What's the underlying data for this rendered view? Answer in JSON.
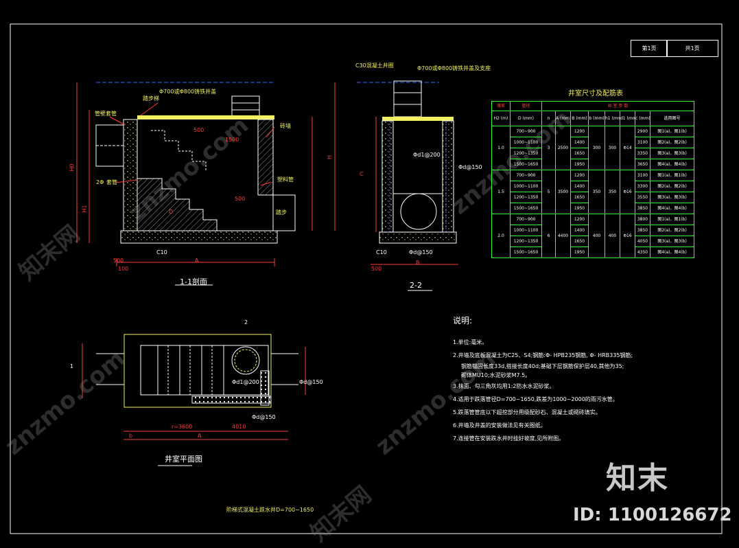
{
  "sheet": {
    "page_label": "第1页",
    "total_label": "共1页"
  },
  "section_1_1": {
    "title": "1-1剖面",
    "labels": {
      "cover_note": "Φ700或Φ800铸铁井盖",
      "ladder": "踏步梯",
      "riser": "管壁套管",
      "pipe_dia": "2Φ",
      "pipe_note": "套管",
      "hdpe": "塑料管",
      "fill": "砖墙",
      "step_dim": "500",
      "dim_1500": "1500",
      "dim_500b": "500",
      "foot": "C10",
      "d_mark": "D",
      "vert_1": "H0",
      "vert_2": "H1",
      "vert_3": "H",
      "dim_a": "A",
      "dim_b": "500",
      "dim_c": "100",
      "step_label": "踏步"
    }
  },
  "section_2_2": {
    "title": "2-2",
    "labels": {
      "top_note": "C30混凝土井圈",
      "cover_note": "Φ700或Φ800铸铁井盖及支座",
      "rebar_a": "Φd1@200",
      "rebar_b": "Φd@150",
      "rebar_c": "Φd@150",
      "foot": "C10",
      "dim_c": "C",
      "dim_b": "B",
      "dim_left": "500"
    }
  },
  "plan": {
    "title": "井室平面图",
    "labels": {
      "mark_1": "1",
      "mark_2": "2",
      "rebar_a": "Φd1@200",
      "rebar_b": "Φd@150",
      "rebar_c": "Φd@150",
      "dim_left": "r=3600",
      "dim_right": "4010",
      "dim_a": "A",
      "dim_b": "b"
    }
  },
  "table": {
    "title": "井室尺寸及配筋表",
    "headers": [
      "落差",
      "管径",
      "n",
      "A",
      "B",
      "b",
      "h1",
      "d1",
      "c",
      "选用图号"
    ],
    "group_header": "井 室 参 数",
    "units": [
      "H2 (m)",
      "D (mm)",
      "",
      "(mm)",
      "(mm)",
      "(mm)",
      "(mm)",
      "(mm)",
      "(mm)",
      ""
    ],
    "groups": [
      {
        "drop": "1.0",
        "n": "3",
        "A": "2500",
        "b": "300",
        "h1": "300",
        "d1": "Φ14",
        "rows": [
          {
            "D": "700~900",
            "B": "1200",
            "c": "2900",
            "ref": "图1(a)、图1(b)"
          },
          {
            "D": "1000~1100",
            "B": "1400",
            "c": "3100",
            "ref": "图2(a)、图2(b)"
          },
          {
            "D": "1200~1350",
            "B": "1650",
            "c": "3350",
            "ref": "图3(a)、图3(b)"
          },
          {
            "D": "1500~1650",
            "B": "1950",
            "c": "3650",
            "ref": "图4(a)、图4(b)"
          }
        ]
      },
      {
        "drop": "1.5",
        "n": "5",
        "A": "3500",
        "b": "350",
        "h1": "350",
        "d1": "Φ16",
        "rows": [
          {
            "D": "700~900",
            "B": "1200",
            "c": "3100",
            "ref": "图1(a)、图1(b)"
          },
          {
            "D": "1000~1100",
            "B": "1400",
            "c": "3300",
            "ref": "图2(a)、图2(b)"
          },
          {
            "D": "1200~1350",
            "B": "1650",
            "c": "3550",
            "ref": "图3(a)、图3(b)"
          },
          {
            "D": "1500~1650",
            "B": "1950",
            "c": "3850",
            "ref": "图4(a)、图4(b)"
          }
        ]
      },
      {
        "drop": "2.0",
        "n": "6",
        "A": "4400",
        "b": "400",
        "h1": "400",
        "d1": "Φ16",
        "rows": [
          {
            "D": "700~900",
            "B": "1200",
            "c": "3800",
            "ref": "图1(a)、图1(b)"
          },
          {
            "D": "1000~1100",
            "B": "1400",
            "c": "3850",
            "ref": "图2(a)、图2(b)"
          },
          {
            "D": "1200~1350",
            "B": "1650",
            "c": "4050",
            "ref": "图3(a)、图3(b)"
          },
          {
            "D": "1500~1650",
            "B": "1950",
            "c": "4350",
            "ref": "图4(a)、图4(b)"
          }
        ]
      }
    ]
  },
  "notes": {
    "heading": "说明:",
    "items": [
      "1.单位:毫米。",
      "2.井墙及底板混凝土为C25、S4;钢筋:Φ- HPB235钢筋, Φ- HRB335钢筋;",
      "钢筋锚固长度33d,搭接长度40d;基础下层钢筋保护层40,其他为35;",
      "砌体MU10;水泥砂浆M7.5。",
      "3.抹面、勾三角灰均用1:2防水水泥砂浆。",
      "4.适用于跌落管径D=700~1650,跌差为1000~2000的雨污水管。",
      "5.跌落管管底以下超挖部分用级配砂石、混凝土或砌砖填实。",
      "6.井墙及井盖的安装做法见有关图纸。",
      "7.连接管在安装跌水井时挂好坡度,见所附图。"
    ]
  },
  "footer_title": "阶梯式混凝土跌水井D=700~1650",
  "watermark": {
    "brand": "知末",
    "site": "znzmo.com",
    "site_cn": "知末网",
    "id": "ID: 1100126672"
  },
  "colors": {
    "background": "#000000",
    "line": "#ffffff",
    "accent_yellow": "#f0f060",
    "grid_green": "#36ff36",
    "leader_red": "#ff3a3a",
    "rebar_blue": "#3a6cff"
  }
}
